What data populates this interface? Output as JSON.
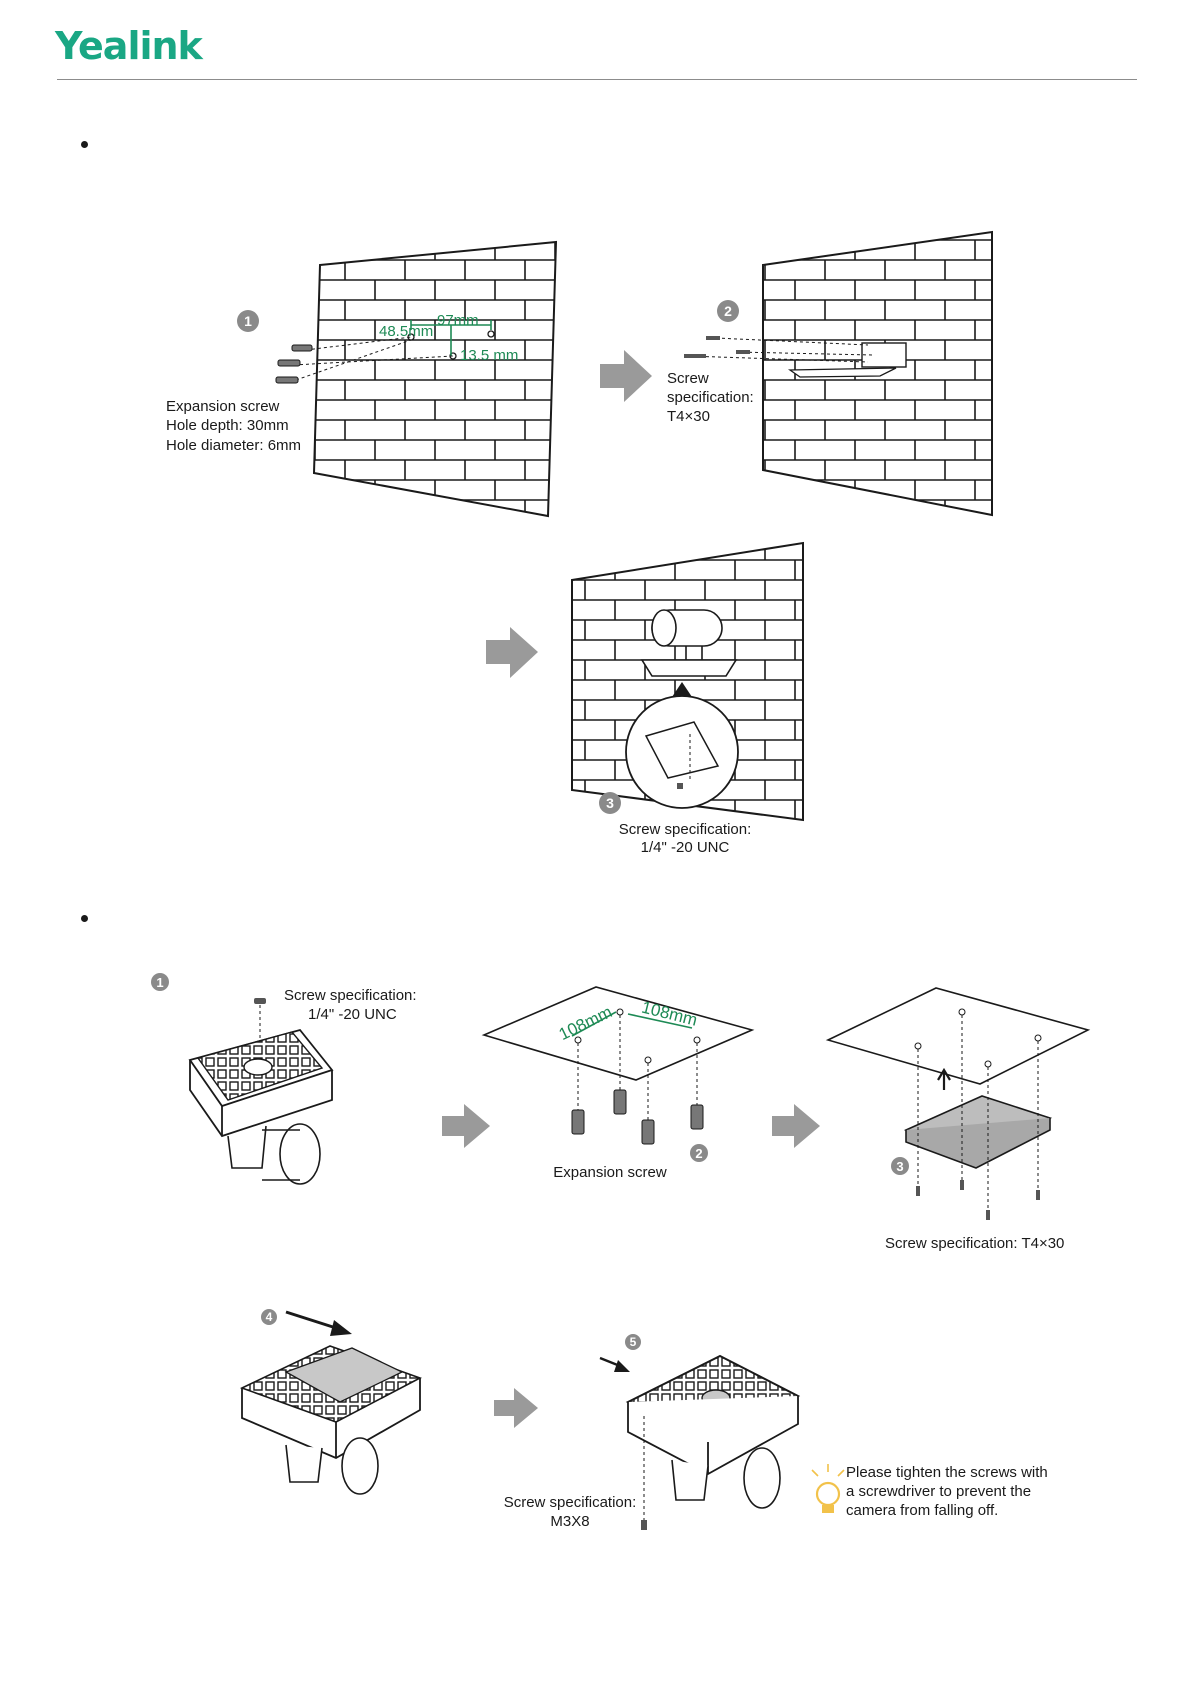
{
  "brand": {
    "logo_text": "Yealink",
    "color": "#1aa784"
  },
  "colors": {
    "dimension": "#1e8a55",
    "arrow": "#9a9a9a",
    "step_badge": "#8a8a8a",
    "line": "#1a1a1a",
    "tip_bulb": "#f2c24a"
  },
  "wall_mount": {
    "step1": {
      "number": "1",
      "dim_97": "97mm",
      "dim_48_5": "48.5mm",
      "dim_13_5": "13.5 mm",
      "note_line1": "Expansion screw",
      "note_line2": "Hole depth: 30mm",
      "note_line3": "Hole diameter: 6mm"
    },
    "step2": {
      "number": "2",
      "note_line1": "Screw",
      "note_line2": "specification:",
      "note_line3": "T4×30"
    },
    "step3": {
      "number": "3",
      "note_line1": "Screw specification:",
      "note_line2": "1/4\" -20 UNC"
    }
  },
  "ceiling_mount": {
    "step1": {
      "number": "1",
      "note_line1": "Screw specification:",
      "note_line2": "1/4\" -20 UNC"
    },
    "step2": {
      "number": "2",
      "dim_a": "108mm",
      "dim_b": "108mm",
      "note": "Expansion screw"
    },
    "step3": {
      "number": "3",
      "note": "Screw specification: T4×30"
    },
    "step4": {
      "number": "4"
    },
    "step5": {
      "number": "5",
      "note_line1": "Screw specification:",
      "note_line2": "M3X8"
    },
    "tip": {
      "line1": "Please tighten the screws with",
      "line2": "a screwdriver to prevent the",
      "line3": "camera from falling off."
    }
  }
}
